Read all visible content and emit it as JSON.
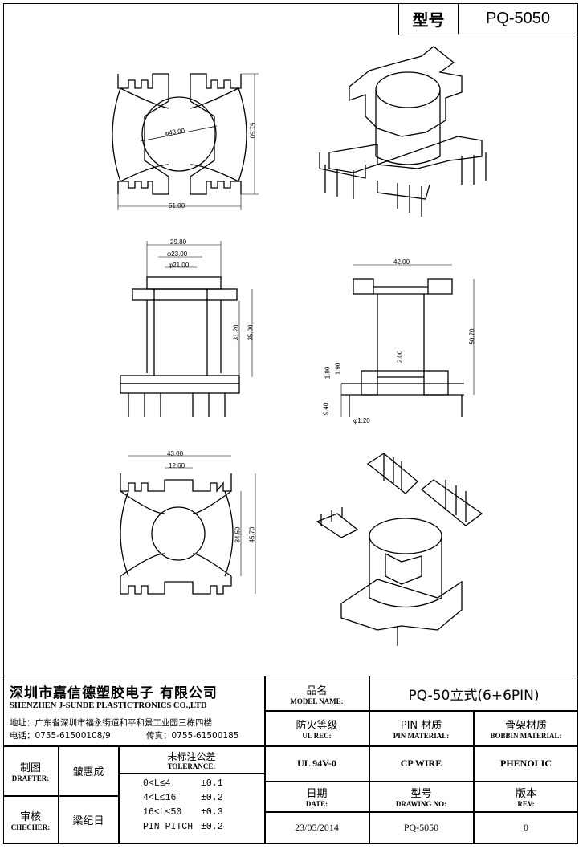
{
  "header": {
    "model_label": "型号",
    "model_value": "PQ-5050"
  },
  "dimensions": {
    "top_view": {
      "inner_dia": "φ43.00",
      "height": "51.50",
      "width": "51.00"
    },
    "front_view": {
      "w1": "29.80",
      "w2": "φ23.00",
      "w3": "φ21.00",
      "h1": "31.20",
      "h2": "35.00"
    },
    "side_view": {
      "w": "42.00",
      "h": "50.70",
      "c": "2.00",
      "a": "1.90",
      "b": "1.90",
      "pin": "9.40",
      "pin_dia": "φ1.20"
    },
    "bottom_view": {
      "w": "43.00",
      "gap": "12.60",
      "h1": "34.50",
      "h2": "45.70"
    }
  },
  "title_block": {
    "company_cn": "深圳市嘉信德塑胶电子 有限公司",
    "company_en": "SHENZHEN J-SUNDE PLASTICTRONICS CO.,LTD",
    "address": "地址：广东省深圳市福永街道和平和景工业园三栋四楼",
    "tel": "电话：0755-61500108/9",
    "fax": "传真：0755-61500185",
    "model_name_cn": "品名",
    "model_name_en": "MODEL NAME:",
    "model_name_value": "PQ-50立式(6+6PIN)",
    "ul_rec_cn": "防火等级",
    "ul_rec_en": "UL REC:",
    "pin_material_cn": "PIN 材质",
    "pin_material_en": "PIN MATERIAL:",
    "bobbin_material_cn": "骨架材质",
    "bobbin_material_en": "BOBBIN MATERIAL:",
    "ul_value": "UL 94V-0",
    "pin_value": "CP WIRE",
    "bobbin_value": "PHENOLIC",
    "drafter_cn": "制图",
    "drafter_en": "DRAFTER:",
    "drafter_name": "皱惠成",
    "checker_cn": "审核",
    "checker_en": "CHECHER:",
    "checker_name": "梁纪日",
    "tolerance_cn": "未标注公差",
    "tolerance_en": "TOLERANCE:",
    "tolerances": [
      {
        "range": "0<L≤4",
        "value": "±0.1"
      },
      {
        "range": "4<L≤16",
        "value": "±0.2"
      },
      {
        "range": "16<L≤50",
        "value": "±0.3"
      },
      {
        "range": "PIN PITCH",
        "value": "±0.2"
      }
    ],
    "date_cn": "日期",
    "date_en": "DATE:",
    "date_value": "23/05/2014",
    "drawing_no_cn": "型号",
    "drawing_no_en": "DRAWING NO:",
    "drawing_no_value": "PQ-5050",
    "rev_cn": "版本",
    "rev_en": "REV:",
    "rev_value": "0"
  }
}
